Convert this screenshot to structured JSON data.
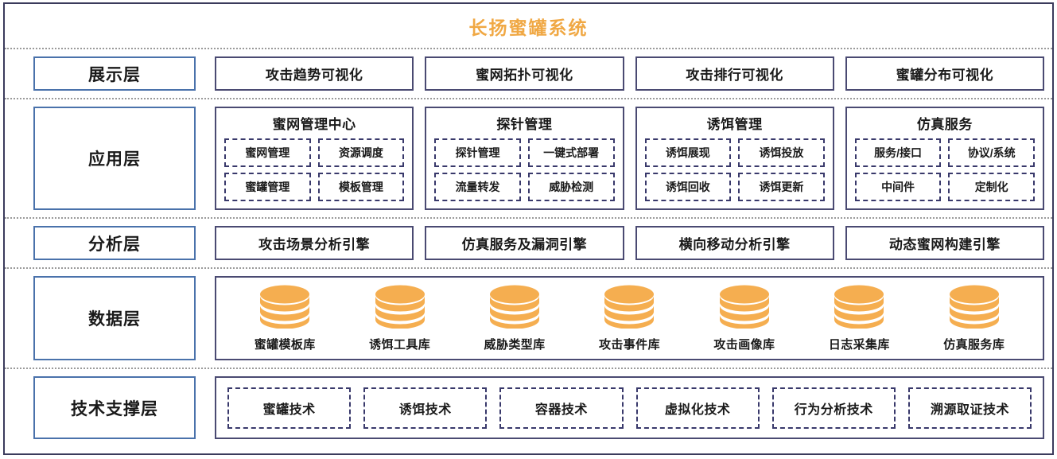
{
  "title": "长扬蜜罐系统",
  "colors": {
    "title_orange": "#f0a844",
    "db_orange": "#f5ae50",
    "frame_border": "#3b3b5c",
    "box_border": "#4a4a72",
    "label_border": "#4a72ab",
    "dashed_border": "#39396b",
    "separator": "#9a9a9a"
  },
  "layers": {
    "display": {
      "label": "展示层",
      "boxes": [
        {
          "label": "攻击趋势可视化"
        },
        {
          "label": "蜜网拓扑可视化"
        },
        {
          "label": "攻击排行可视化"
        },
        {
          "label": "蜜罐分布可视化"
        }
      ]
    },
    "application": {
      "label": "应用层",
      "groups": [
        {
          "title": "蜜网管理中心",
          "items": [
            "蜜网管理",
            "资源调度",
            "蜜罐管理",
            "模板管理"
          ]
        },
        {
          "title": "探针管理",
          "items": [
            "探针管理",
            "一键式部署",
            "流量转发",
            "威胁检测"
          ]
        },
        {
          "title": "诱饵管理",
          "items": [
            "诱饵展现",
            "诱饵投放",
            "诱饵回收",
            "诱饵更新"
          ]
        },
        {
          "title": "仿真服务",
          "items": [
            "服务/接口",
            "协议/系统",
            "中间件",
            "定制化"
          ]
        }
      ]
    },
    "analysis": {
      "label": "分析层",
      "boxes": [
        {
          "label": "攻击场景分析引擎"
        },
        {
          "label": "仿真服务及漏洞引擎"
        },
        {
          "label": "横向移动分析引擎"
        },
        {
          "label": "动态蜜网构建引擎"
        }
      ]
    },
    "data": {
      "label": "数据层",
      "databases": [
        {
          "icon": "database-icon",
          "label": "蜜罐模板库"
        },
        {
          "icon": "database-icon",
          "label": "诱饵工具库"
        },
        {
          "icon": "database-icon",
          "label": "威胁类型库"
        },
        {
          "icon": "database-icon",
          "label": "攻击事件库"
        },
        {
          "icon": "database-icon",
          "label": "攻击画像库"
        },
        {
          "icon": "database-icon",
          "label": "日志采集库"
        },
        {
          "icon": "database-icon",
          "label": "仿真服务库"
        }
      ]
    },
    "technology": {
      "label": "技术支撑层",
      "chips": [
        {
          "label": "蜜罐技术"
        },
        {
          "label": "诱饵技术"
        },
        {
          "label": "容器技术"
        },
        {
          "label": "虚拟化技术"
        },
        {
          "label": "行为分析技术"
        },
        {
          "label": "溯源取证技术"
        }
      ]
    }
  }
}
